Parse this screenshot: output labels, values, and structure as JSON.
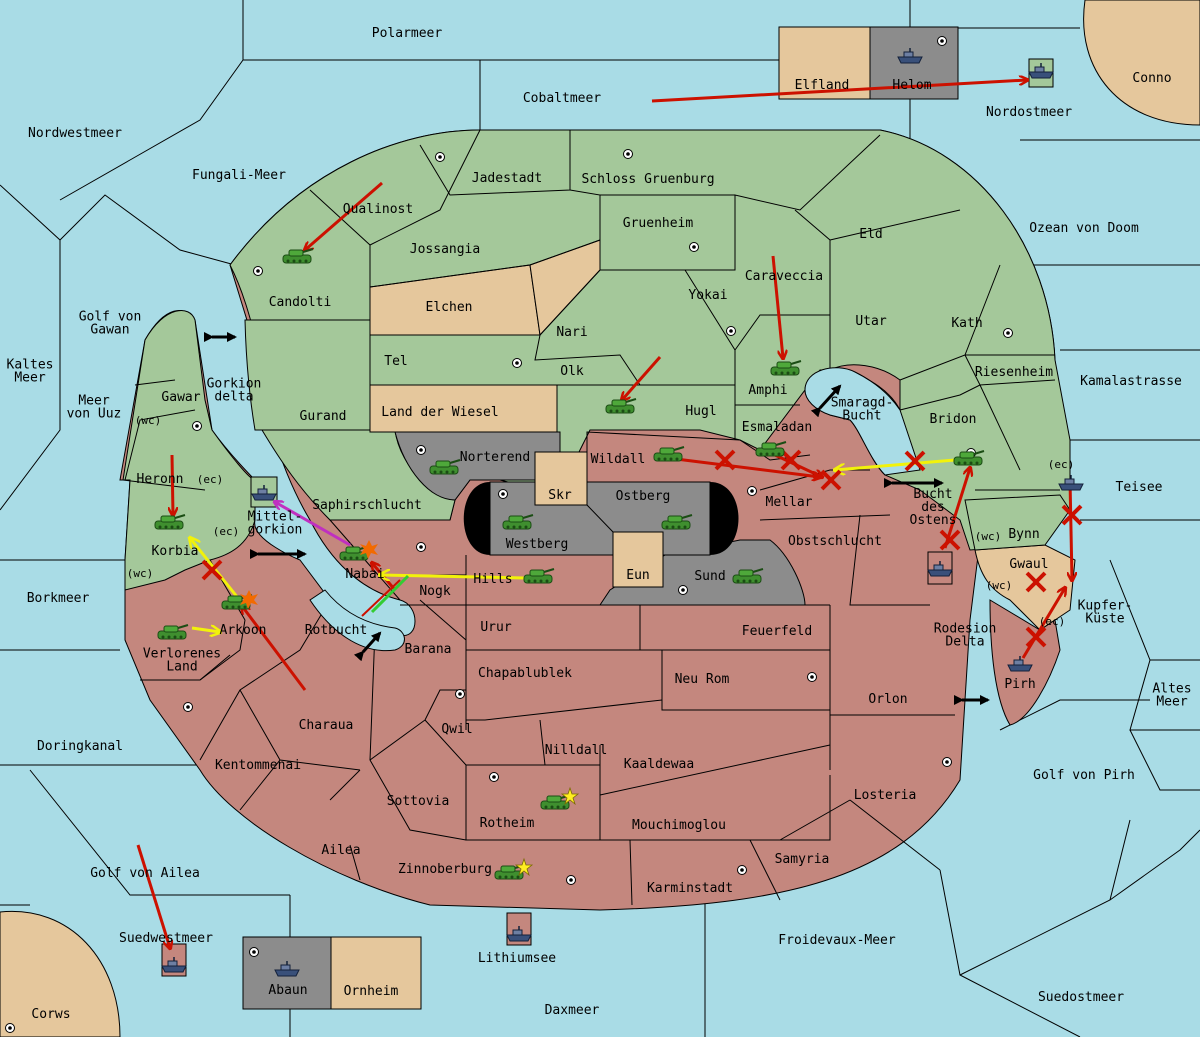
{
  "title": "",
  "colors": {
    "sea": "#a9dce6",
    "green": "#a4c89a",
    "red": "#c4877e",
    "neutral": "#e5c79c",
    "gray": "#8c8c8c",
    "black": "#000000",
    "move_red": "#cc1100",
    "support_yellow": "#f2f20a",
    "convoy_magenta": "#c030c0",
    "green_move": "#33cc33"
  },
  "icons": {
    "army": "tank-icon",
    "fleet": "ship-icon",
    "supply_center": "supply-dot-icon",
    "failed": "red-x-icon",
    "canal": "double-arrow-icon",
    "dislodged": "explosion-icon",
    "build": "star-icon"
  },
  "regions": {
    "polarmeer": "Polarmeer",
    "elfland": "Elfland",
    "helom": "Helom",
    "conno": "Conno",
    "cobaltmeer": "Cobaltmeer",
    "nordostmeer": "Nordostmeer",
    "nordwestmeer": "Nordwestmeer",
    "fungali_meer": "Fungali-Meer",
    "jadestadt": "Jadestadt",
    "schloss_gruenburg": "Schloss Gruenburg",
    "qualinost": "Qualinost",
    "jossangia": "Jossangia",
    "gruenheim": "Gruenheim",
    "eld": "Eld",
    "ozean_von_doom": "Ozean von Doom",
    "caraveccia": "Caraveccia",
    "candolti": "Candolti",
    "elchen": "Elchen",
    "yokai": "Yokai",
    "utar": "Utar",
    "kath": "Kath",
    "golf_von_gawan": "Golf von\nGawan",
    "nari": "Nari",
    "tel": "Tel",
    "olk": "Olk",
    "riesenheim": "Riesenheim",
    "kaltes_meer": "Kaltes\nMeer",
    "amphi": "Amphi",
    "kamalastrasse": "Kamalastrasse",
    "gawar": "Gawar",
    "gorkion_delta": "Gorkion\ndelta",
    "meer_von_uuz": "Meer\nvon Uuz",
    "gurand": "Gurand",
    "land_der_wiesel": "Land der Wiesel",
    "hugl": "Hugl",
    "smaragd_bucht": "Smaragd-\nBucht",
    "bridon": "Bridon",
    "esmaladan": "Esmaladan",
    "norterend": "Norterend",
    "wildall": "Wildall",
    "heronn": "Heronn",
    "skr": "Skr",
    "ostberg": "Ostberg",
    "mellar": "Mellar",
    "teisee": "Teisee",
    "saphirschlucht": "Saphirschlucht",
    "mittel_gorkion": "Mittel-\ngorkion",
    "westberg": "Westberg",
    "bucht_des_ostens": "Bucht\ndes\nOstens",
    "bynn": "Bynn",
    "korbia": "Korbia",
    "obstschlucht": "Obstschlucht",
    "nabai": "Nabai",
    "eun": "Eun",
    "gwaul": "Gwaul",
    "hills": "Hills",
    "sund": "Sund",
    "nogk": "Nogk",
    "borkmeer": "Borkmeer",
    "kupfer_kueste": "Kupfer-\nKüste",
    "arkoon": "Arkoon",
    "rotbucht": "Rotbucht",
    "urur": "Urur",
    "feuerfeld": "Feuerfeld",
    "rodesion_delta": "Rodesion\nDelta",
    "verlorenes_land": "Verlorenes\nLand",
    "barana": "Barana",
    "chapablublek": "Chapablublek",
    "neu_rom": "Neu Rom",
    "pirh": "Pirh",
    "orlon": "Orlon",
    "altes_meer": "Altes\nMeer",
    "charaua": "Charaua",
    "qwil": "Qwil",
    "doringkanal": "Doringkanal",
    "nilldall": "Nilldall",
    "kentommenai": "Kentommenai",
    "kaaldewaa": "Kaaldewaa",
    "golf_von_pirh": "Golf von Pirh",
    "sottovia": "Sottovia",
    "losteria": "Losteria",
    "rotheim": "Rotheim",
    "mouchimoglou": "Mouchimoglou",
    "ailea": "Ailea",
    "samyria": "Samyria",
    "zinnoberburg": "Zinnoberburg",
    "golf_von_ailea": "Golf von Ailea",
    "karminstadt": "Karminstadt",
    "suedwestmeer": "Suedwestmeer",
    "froidevaux_meer": "Froidevaux-Meer",
    "lithiumsee": "Lithiumsee",
    "abaun": "Abaun",
    "ornheim": "Ornheim",
    "suedostmeer": "Suedostmeer",
    "corws": "Corws",
    "daxmeer": "Daxmeer"
  },
  "coast_tags": {
    "heronn_ec": "(ec)",
    "gawar_wc": "(wc)",
    "korbia_ec": "(ec)",
    "korbia_wc": "(wc)",
    "teisee_ec": "(ec)",
    "bynn_wc": "(wc)",
    "gwaul_wc": "(wc)",
    "pirh_ec": "(ec)"
  }
}
